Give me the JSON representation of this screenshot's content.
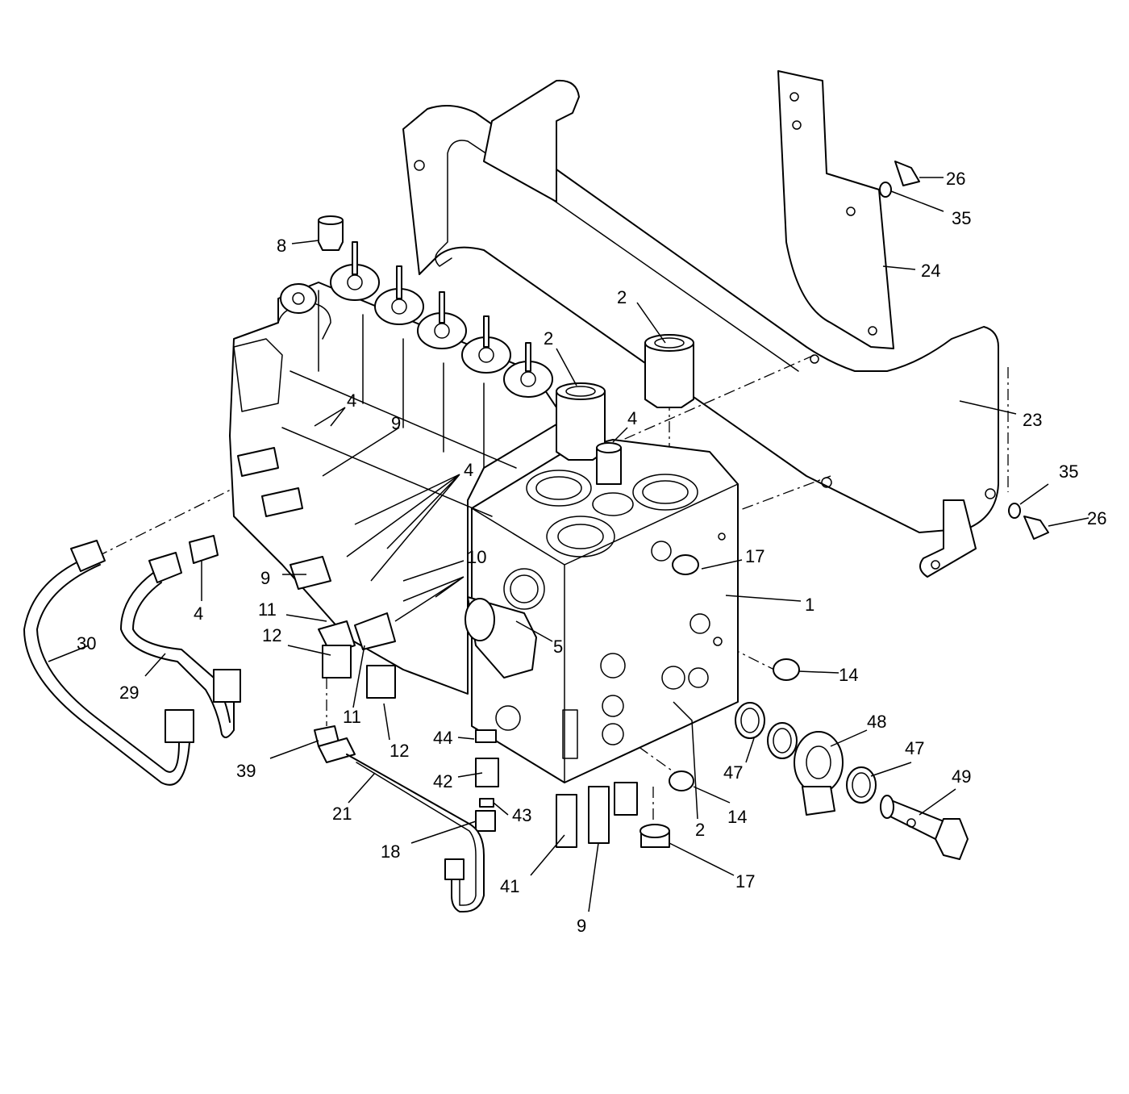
{
  "callouts": [
    {
      "id": "c-8",
      "label": "8"
    },
    {
      "id": "c-2a",
      "label": "2"
    },
    {
      "id": "c-2b",
      "label": "2"
    },
    {
      "id": "c-2c",
      "label": "2"
    },
    {
      "id": "c-4a",
      "label": "4"
    },
    {
      "id": "c-4b",
      "label": "4"
    },
    {
      "id": "c-4c",
      "label": "4"
    },
    {
      "id": "c-4d",
      "label": "4"
    },
    {
      "id": "c-9a",
      "label": "9"
    },
    {
      "id": "c-9b",
      "label": "9"
    },
    {
      "id": "c-9c",
      "label": "9"
    },
    {
      "id": "c-10",
      "label": "10"
    },
    {
      "id": "c-11a",
      "label": "11"
    },
    {
      "id": "c-11b",
      "label": "11"
    },
    {
      "id": "c-12a",
      "label": "12"
    },
    {
      "id": "c-12b",
      "label": "12"
    },
    {
      "id": "c-5",
      "label": "5"
    },
    {
      "id": "c-1",
      "label": "1"
    },
    {
      "id": "c-17a",
      "label": "17"
    },
    {
      "id": "c-17b",
      "label": "17"
    },
    {
      "id": "c-14a",
      "label": "14"
    },
    {
      "id": "c-14b",
      "label": "14"
    },
    {
      "id": "c-23",
      "label": "23"
    },
    {
      "id": "c-24",
      "label": "24"
    },
    {
      "id": "c-26a",
      "label": "26"
    },
    {
      "id": "c-26b",
      "label": "26"
    },
    {
      "id": "c-35a",
      "label": "35"
    },
    {
      "id": "c-35b",
      "label": "35"
    },
    {
      "id": "c-30",
      "label": "30"
    },
    {
      "id": "c-29",
      "label": "29"
    },
    {
      "id": "c-39",
      "label": "39"
    },
    {
      "id": "c-21",
      "label": "21"
    },
    {
      "id": "c-18",
      "label": "18"
    },
    {
      "id": "c-42",
      "label": "42"
    },
    {
      "id": "c-43",
      "label": "43"
    },
    {
      "id": "c-44",
      "label": "44"
    },
    {
      "id": "c-41",
      "label": "41"
    },
    {
      "id": "c-47a",
      "label": "47"
    },
    {
      "id": "c-47b",
      "label": "47"
    },
    {
      "id": "c-48",
      "label": "48"
    },
    {
      "id": "c-49",
      "label": "49"
    }
  ]
}
